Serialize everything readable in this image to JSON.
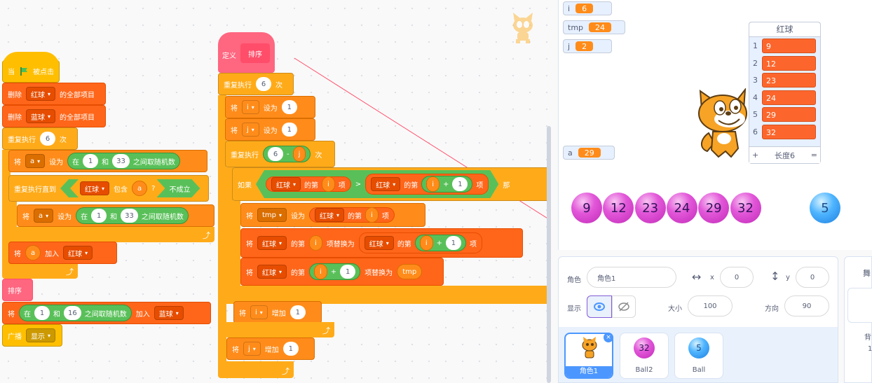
{
  "script1": {
    "hat": {
      "when": "当",
      "flag_clicked": "被点击"
    },
    "delete1": {
      "word": "删除",
      "list": "红球",
      "suffix": "的全部项目"
    },
    "delete2": {
      "word": "删除",
      "list": "蓝球",
      "suffix": "的全部项目"
    },
    "repeat": {
      "word": "重复执行",
      "count": "6",
      "times": "次"
    },
    "set_a": {
      "word": "将",
      "var": "a",
      "set_to": "设为",
      "pick": "在",
      "min": "1",
      "and": "和",
      "max": "33",
      "random": "之间取随机数"
    },
    "until": {
      "word": "重复执行直到",
      "list": "红球",
      "contains": "包含",
      "item": "a",
      "q": "?",
      "not": "不成立"
    },
    "set_a2": {
      "word": "将",
      "var": "a",
      "set_to": "设为",
      "pick": "在",
      "min": "1",
      "and": "和",
      "max": "33",
      "random": "之间取随机数"
    },
    "add": {
      "word": "将",
      "item": "a",
      "add_to": "加入",
      "list": "红球"
    },
    "sort_call": "排序",
    "add_blue": {
      "word": "将",
      "pick": "在",
      "min": "1",
      "and": "和",
      "max": "16",
      "random": "之间取随机数",
      "add_to": "加入",
      "list": "蓝球"
    },
    "broadcast": {
      "word": "广播",
      "msg": "显示"
    }
  },
  "script2": {
    "define": {
      "word": "定义",
      "name": "排序"
    },
    "repeat": {
      "word": "重复执行",
      "count": "6",
      "times": "次"
    },
    "set_i": {
      "word": "将",
      "var": "i",
      "set_to": "设为",
      "value": "1"
    },
    "set_j": {
      "word": "将",
      "var": "j",
      "set_to": "设为",
      "value": "1"
    },
    "repeat2": {
      "word": "重复执行",
      "a": "6",
      "minus": "-",
      "b": "j",
      "times": "次"
    },
    "if": {
      "word": "如果",
      "list1": "红球",
      "of1": "的第",
      "idx1": "i",
      "item1": "项",
      "gt": ">",
      "list2": "红球",
      "of2": "的第",
      "idx2a": "i",
      "plus": "+",
      "idx2b": "1",
      "item2": "项",
      "then": "那"
    },
    "set_tmp": {
      "word": "将",
      "var": "tmp",
      "set_to": "设为",
      "list": "红球",
      "of": "的第",
      "idx": "i",
      "item": "项"
    },
    "replace1": {
      "word": "将",
      "list": "红球",
      "of": "的第",
      "idx": "i",
      "replace": "项替换为",
      "list2": "红球",
      "of2": "的第",
      "idx2a": "i",
      "plus": "+",
      "idx2b": "1",
      "item2": "项"
    },
    "replace2": {
      "word": "将",
      "list": "红球",
      "of": "的第",
      "idx_a": "i",
      "plus": "+",
      "idx_b": "1",
      "replace": "项替换为",
      "val": "tmp"
    },
    "inc_i": {
      "word": "将",
      "var": "i",
      "by": "增加",
      "value": "1"
    },
    "inc_j": {
      "word": "将",
      "var": "j",
      "by": "增加",
      "value": "1"
    }
  },
  "stage": {
    "monitors": [
      {
        "name": "i",
        "value": "6"
      },
      {
        "name": "tmp",
        "value": "24"
      },
      {
        "name": "j",
        "value": "2"
      },
      {
        "name": "a",
        "value": "29"
      }
    ],
    "list_monitor": {
      "title": "红球",
      "items": [
        {
          "index": "1",
          "value": "9"
        },
        {
          "index": "2",
          "value": "12"
        },
        {
          "index": "3",
          "value": "23"
        },
        {
          "index": "4",
          "value": "24"
        },
        {
          "index": "5",
          "value": "29"
        },
        {
          "index": "6",
          "value": "32"
        }
      ],
      "add": "+",
      "length": "长度6",
      "eq": "="
    },
    "red_balls": [
      "9",
      "12",
      "23",
      "24",
      "29",
      "32"
    ],
    "blue_ball": "5"
  },
  "sprite_info": {
    "sprite_label": "角色",
    "sprite_name": "角色1",
    "x_label": "x",
    "x_value": "0",
    "y_label": "y",
    "y_value": "0",
    "show_label": "显示",
    "size_label": "大小",
    "size_value": "100",
    "direction_label": "方向",
    "direction_value": "90",
    "tiles": [
      {
        "name": "角色1",
        "badge": ""
      },
      {
        "name": "Ball2",
        "badge": "32"
      },
      {
        "name": "Ball",
        "badge": "5"
      }
    ]
  },
  "stage_pane": {
    "title": "舞",
    "backdrops": "背",
    "count": "1"
  },
  "colors": {
    "events": "#ffbf00",
    "control": "#ffab19",
    "lists": "#ff661a",
    "variables": "#ff8c1a",
    "myblocks": "#ff6680",
    "operators": "#59c059"
  }
}
